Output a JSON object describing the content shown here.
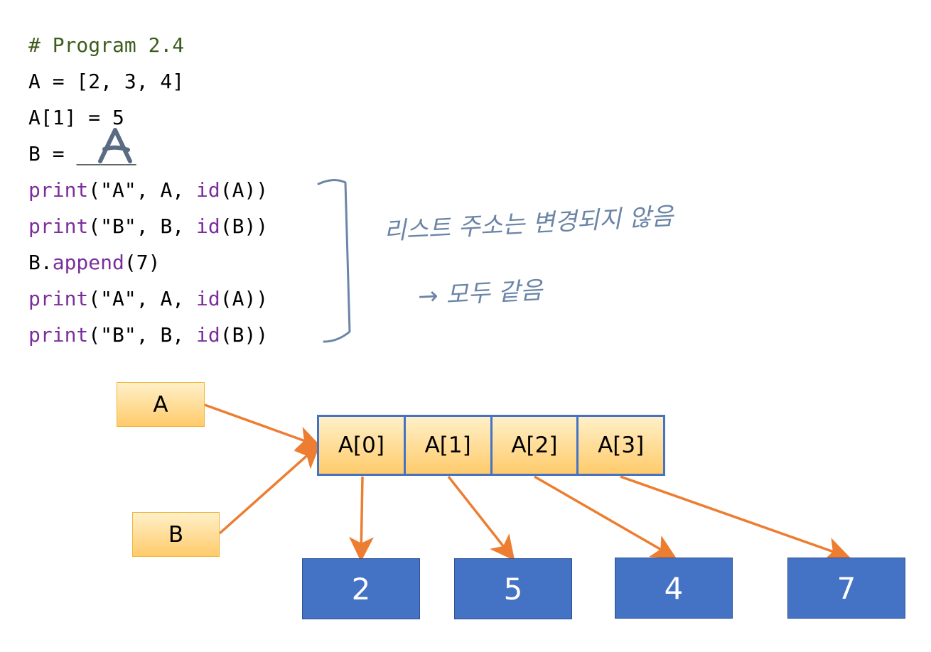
{
  "code": {
    "comment": "# Program 2.4",
    "line2": "A = [2, 3, 4]",
    "line3": "A[1] = 5",
    "line4_prefix": "B = ",
    "line4_blank": "_____",
    "print_kw": "print",
    "id_kw": "id",
    "append_kw": "append",
    "b_dot": "B.",
    "append_arg": "(7)",
    "p1_open": "(\"A\", A, ",
    "p1_close": "(A))",
    "p2_open": "(\"B\", B, ",
    "p2_close": "(B))"
  },
  "handwriting": {
    "answer": "A",
    "note_line1": "리스트 주소는 변경되지 않음",
    "note_line2": "→ 모두 같음"
  },
  "diagram": {
    "var_a": "A",
    "var_b": "B",
    "list_cells": [
      "A[0]",
      "A[1]",
      "A[2]",
      "A[3]"
    ],
    "values": [
      "2",
      "5",
      "4",
      "7"
    ]
  },
  "colors": {
    "arrow": "#ed7d31",
    "cell_border": "#4472c4",
    "value_fill": "#4472c4",
    "handwriting": "#6b85a6",
    "comment": "#3d5c1c",
    "keyword": "#7a2e9b"
  }
}
